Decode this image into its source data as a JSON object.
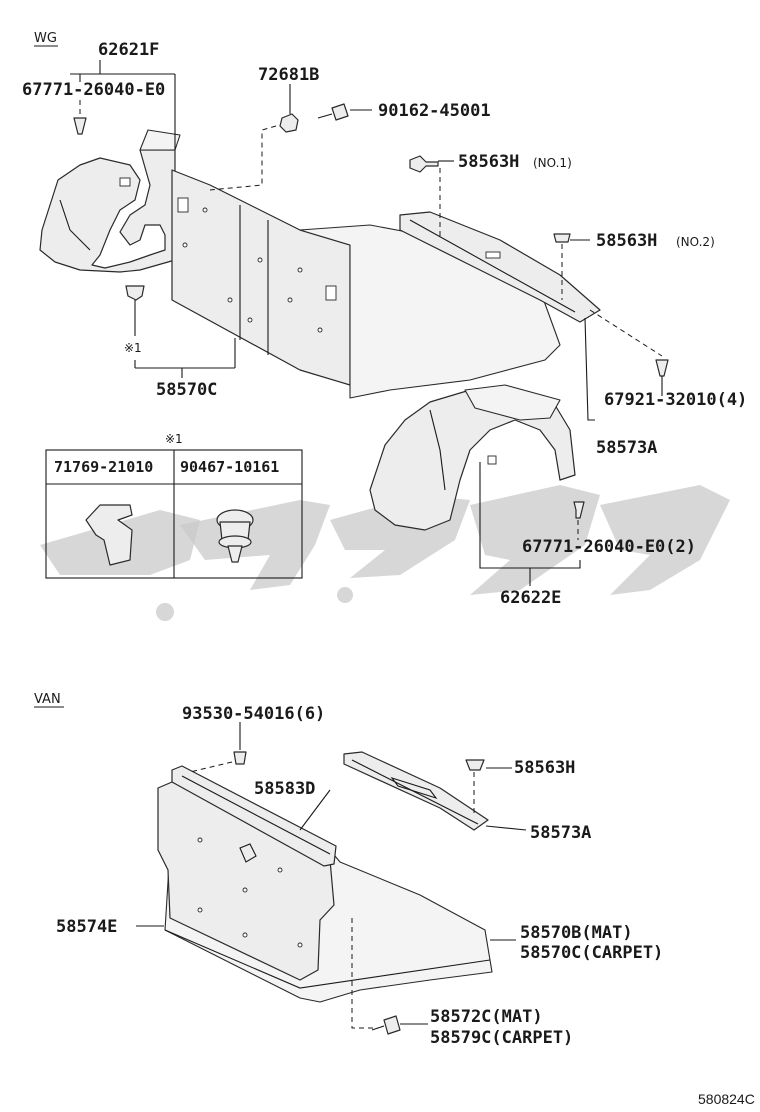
{
  "sections": {
    "wg_label": "WG",
    "van_label": "VAN"
  },
  "wg_parts": {
    "p62621F": "62621F",
    "p67771_a": "67771-26040-E0",
    "p72681B": "72681B",
    "p90162": "90162-45001",
    "p58563H_1": "58563H",
    "p58563H_1_note": "(NO.1)",
    "p58563H_2": "58563H",
    "p58563H_2_note": "(NO.2)",
    "note_mark": "※1",
    "p58570C": "58570C",
    "p67921": "67921-32010(4)",
    "p58573A": "58573A",
    "p67771_b": "67771-26040-E0(2)",
    "p62622E": "62622E"
  },
  "fastener_table": {
    "title": "※1",
    "columns": [
      "71769-21010",
      "90467-10161"
    ]
  },
  "van_parts": {
    "p93530": "93530-54016(6)",
    "p58583D": "58583D",
    "p58563H": "58563H",
    "p58573A": "58573A",
    "p58574E": "58574E",
    "p58570B": "58570B(MAT)",
    "p58570C": "58570C(CARPET)",
    "p58572C": "58572C(MAT)",
    "p58579C": "58579C(CARPET)"
  },
  "diagram_ref": "580824C",
  "colors": {
    "line": "#1a1a1a",
    "part_fill": "#ededed",
    "watermark": "#c9c9c9"
  }
}
